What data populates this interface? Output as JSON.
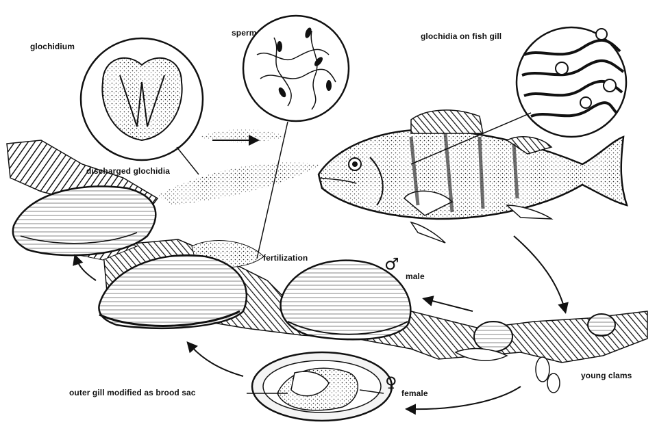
{
  "labels": {
    "glochidium": "glochidium",
    "sperm": "sperm",
    "glochidia_on_fish_gill": "glochidia on fish gill",
    "discharged_glochidia": "discharged glochidia",
    "fertilization": "fertilization",
    "male": "male",
    "young_clams": "young clams",
    "outer_gill": "outer gill modified as brood sac",
    "female": "female"
  },
  "symbols": {
    "male": "♂",
    "female": "♀"
  }
}
